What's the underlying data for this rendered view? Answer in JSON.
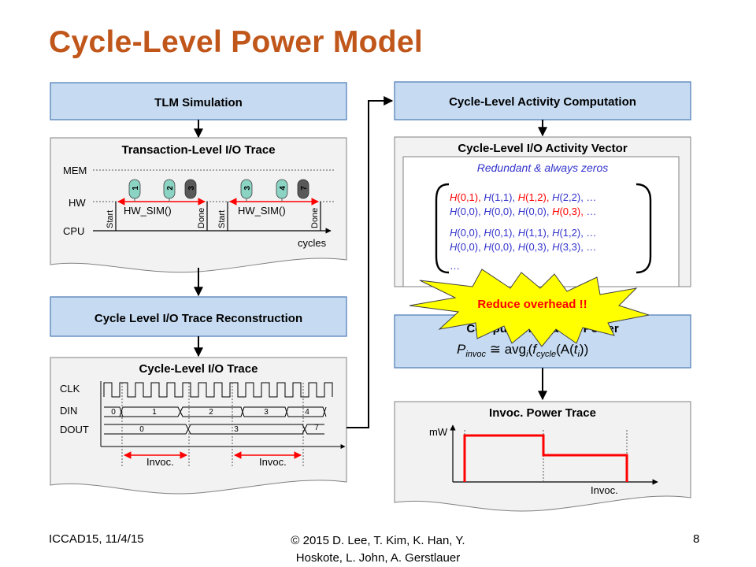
{
  "title": "Cycle-Level Power Model",
  "left_column": {
    "tlm_simulation": "TLM Simulation",
    "transaction_trace": {
      "title": "Transaction-Level I/O Trace",
      "rows": [
        "MEM",
        "HW",
        "CPU"
      ],
      "x_label": "cycles",
      "first_call": {
        "start": "Start",
        "call": "HW_SIM()",
        "done": "Done",
        "tokens": [
          "1",
          "2",
          "3"
        ]
      },
      "second_call": {
        "start": "Start",
        "call": "HW_SIM()",
        "done": "Done",
        "tokens": [
          "3",
          "4",
          "7"
        ]
      }
    },
    "reconstruction": "Cycle Level I/O Trace Reconstruction",
    "cycle_trace": {
      "title": "Cycle-Level I/O Trace",
      "signals": [
        "CLK",
        "DIN",
        "DOUT"
      ],
      "din_values": [
        "0",
        "1",
        "2",
        "3",
        "4"
      ],
      "dout_values": [
        "0",
        "3",
        "7"
      ],
      "interval_labels": [
        "Invoc.",
        "Invoc."
      ]
    }
  },
  "right_column": {
    "activity_computation": "Cycle-Level Activity Computation",
    "activity_vector": {
      "title": "Cycle-Level I/O Activity Vector",
      "note": "Redundant & always zeros",
      "lines": [
        [
          {
            "t": "H",
            "c": "red"
          },
          {
            "t": "(0,1), ",
            "c": "red"
          },
          {
            "t": "H",
            "c": "blue"
          },
          {
            "t": "(1,1), ",
            "c": "blue"
          },
          {
            "t": "H",
            "c": "red"
          },
          {
            "t": "(1,2), ",
            "c": "red"
          },
          {
            "t": "H",
            "c": "blue"
          },
          {
            "t": "(2,2), …",
            "c": "blue"
          }
        ],
        [
          {
            "t": "H",
            "c": "blue"
          },
          {
            "t": "(0,0), ",
            "c": "blue"
          },
          {
            "t": "H",
            "c": "blue"
          },
          {
            "t": "(0,0), ",
            "c": "blue"
          },
          {
            "t": "H",
            "c": "blue"
          },
          {
            "t": "(0,0), ",
            "c": "blue"
          },
          {
            "t": "H",
            "c": "red"
          },
          {
            "t": "(0,3), ",
            "c": "red"
          },
          {
            "t": "…",
            "c": "blue"
          }
        ],
        [
          {
            "t": "H",
            "c": "blue"
          },
          {
            "t": "(0,0), ",
            "c": "blue"
          },
          {
            "t": "H",
            "c": "blue"
          },
          {
            "t": "(0,1), ",
            "c": "blue"
          },
          {
            "t": "H",
            "c": "blue"
          },
          {
            "t": "(1,1), ",
            "c": "blue"
          },
          {
            "t": "H",
            "c": "blue"
          },
          {
            "t": "(1,2), …",
            "c": "blue"
          }
        ],
        [
          {
            "t": "H",
            "c": "blue"
          },
          {
            "t": "(0,0), ",
            "c": "blue"
          },
          {
            "t": "H",
            "c": "blue"
          },
          {
            "t": "(0,0), ",
            "c": "blue"
          },
          {
            "t": "H",
            "c": "blue"
          },
          {
            "t": "(0,3), ",
            "c": "blue"
          },
          {
            "t": "H",
            "c": "blue"
          },
          {
            "t": "(3,3), …",
            "c": "blue"
          }
        ]
      ],
      "ellipsis": "…",
      "starburst": "Reduce overhead !!"
    },
    "invocation_power": {
      "title": "Compute Invocation Power",
      "formula": {
        "p": "P",
        "p_sub": "invoc",
        "approx": " ≅ avg",
        "avg_sub": "i",
        "open": "(",
        "f": "f",
        "f_sub": "cycle",
        "a": "(A(",
        "t": "t",
        "t_sub": "i",
        "close": "))"
      }
    },
    "power_trace": {
      "title": "Invoc. Power Trace",
      "y_label": "mW",
      "x_label": "Invoc."
    }
  },
  "footer": {
    "left": "ICCAD15,  11/4/15",
    "center_line1": "© 2015 D. Lee, T. Kim, K. Han, Y.",
    "center_line2": "Hoskote, L. John, A. Gerstlauer",
    "page": "8"
  },
  "colors": {
    "title": "#c0561a",
    "box_fill": "#c6dbf2",
    "box_stroke": "#4a7ab4",
    "doc_fill": "#f2f2f2",
    "red": "#ff0000",
    "blue": "#3333cc",
    "token_fill": "#8bd4c4",
    "token_dark": "#595959",
    "starburst": "#ffff00"
  }
}
